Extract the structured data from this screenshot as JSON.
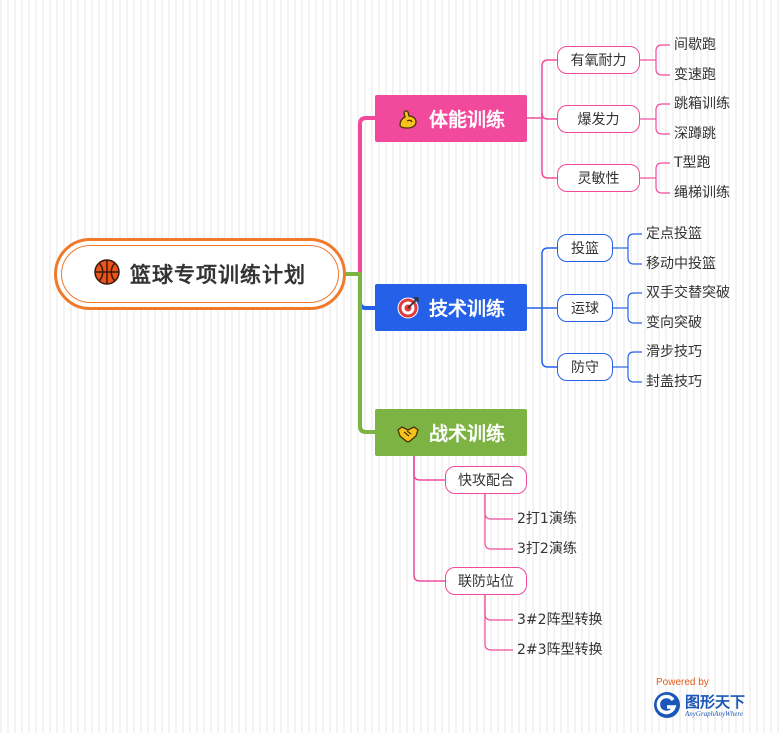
{
  "root": {
    "title": "篮球专项训练计划",
    "icon": "basketball-icon"
  },
  "branches": [
    {
      "label": "体能训练",
      "icon": "flexed-arm-icon",
      "color": "#f14a9d",
      "groups": [
        {
          "label": "有氧耐力",
          "items": [
            "间歇跑",
            "变速跑"
          ]
        },
        {
          "label": "爆发力",
          "items": [
            "跳箱训练",
            "深蹲跳"
          ]
        },
        {
          "label": "灵敏性",
          "items": [
            "T型跑",
            "绳梯训练"
          ]
        }
      ]
    },
    {
      "label": "技术训练",
      "icon": "target-icon",
      "color": "#2461e8",
      "groups": [
        {
          "label": "投篮",
          "items": [
            "定点投篮",
            "移动中投篮"
          ]
        },
        {
          "label": "运球",
          "items": [
            "双手交替突破",
            "变向突破"
          ]
        },
        {
          "label": "防守",
          "items": [
            "滑步技巧",
            "封盖技巧"
          ]
        }
      ]
    },
    {
      "label": "战术训练",
      "icon": "handshake-icon",
      "color": "#7db343",
      "groups": [
        {
          "label": "快攻配合",
          "items": [
            "2打1演练",
            "3打2演练"
          ]
        },
        {
          "label": "联防站位",
          "items": [
            "3#2阵型转换",
            "2#3阵型转换"
          ]
        }
      ]
    }
  ],
  "logo": {
    "powered": "Powered by",
    "name": "图形天下",
    "sub": "AnyGraphAnyWhere"
  }
}
